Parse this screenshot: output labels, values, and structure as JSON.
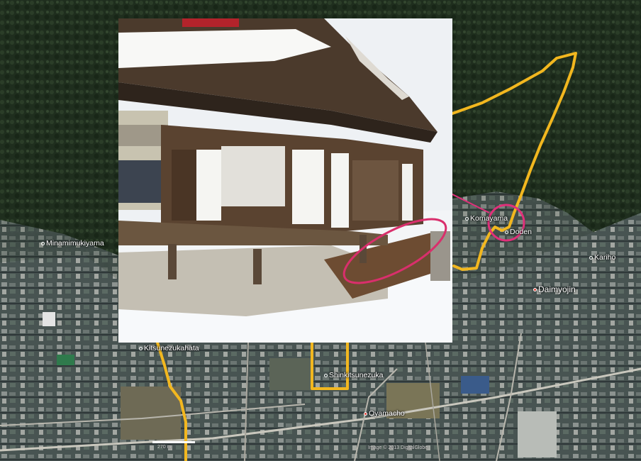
{
  "map": {
    "places": {
      "minamimukiyama": "Minamimukiyama",
      "komayama": "Komayama",
      "doden": "Doden",
      "kariho": "Kariho",
      "daimyojin": "Daimyojin",
      "kitsunezukahata": "Kitsunezukahata",
      "shinkitsunezuka": "Shinkitsunezuka",
      "oyamacho": "Oyamacho"
    },
    "scale_text": "270 m",
    "copyright": "Image © 2013 DigitalGlobe",
    "colors": {
      "route": "#f2b71f",
      "highlight": "#e0307a",
      "forest": "#223322",
      "urban": "#4d5a5a"
    }
  },
  "photo": {
    "subject": "wooden temple hall with snow",
    "highlight_color": "#d92f6c"
  }
}
